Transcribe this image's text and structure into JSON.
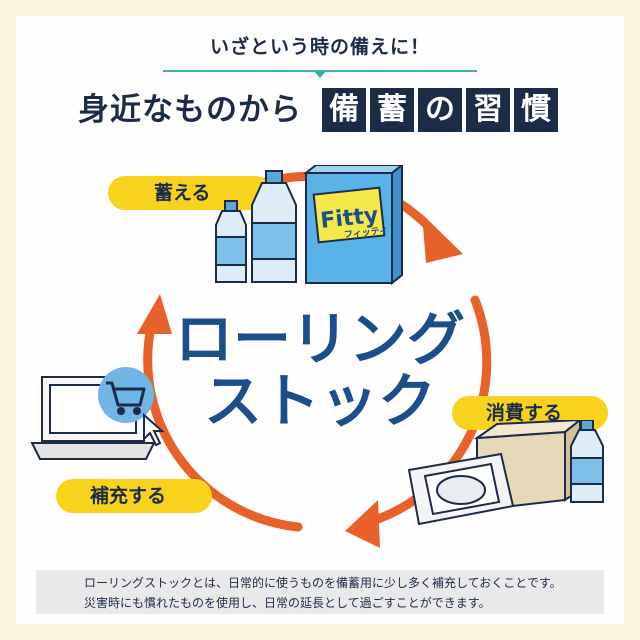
{
  "header": {
    "subtitle": "いざという時の備えに！",
    "title_prefix": "身近なものから",
    "title_boxes": [
      "備",
      "蓄",
      "の",
      "習",
      "慣"
    ]
  },
  "cycle": {
    "main_line1": "ローリング",
    "main_line2": "ストック",
    "steps": {
      "store": "蓄える",
      "consume": "消費する",
      "replenish": "補充する"
    }
  },
  "product": {
    "brand": "Fitty",
    "brand_kana": "フィッティ"
  },
  "footer": {
    "line1": "ローリングストックとは、日常的に使うものを備蓄用に少し多く補充しておくことです。",
    "line2": "災害時にも慣れたものを使用し、日常の延長として過ごすことができます。"
  },
  "colors": {
    "navy": "#1c2b48",
    "accent_teal": "#37b3ac",
    "pill_yellow": "#f8d21c",
    "arrow_orange": "#e8612a",
    "title_blue": "#1c4e8a",
    "background": "#fdf6dc"
  },
  "icons": [
    "water-bottle-icon",
    "mask-box-icon",
    "cardboard-box-icon",
    "laptop-icon",
    "shopping-cart-icon",
    "cursor-icon"
  ]
}
